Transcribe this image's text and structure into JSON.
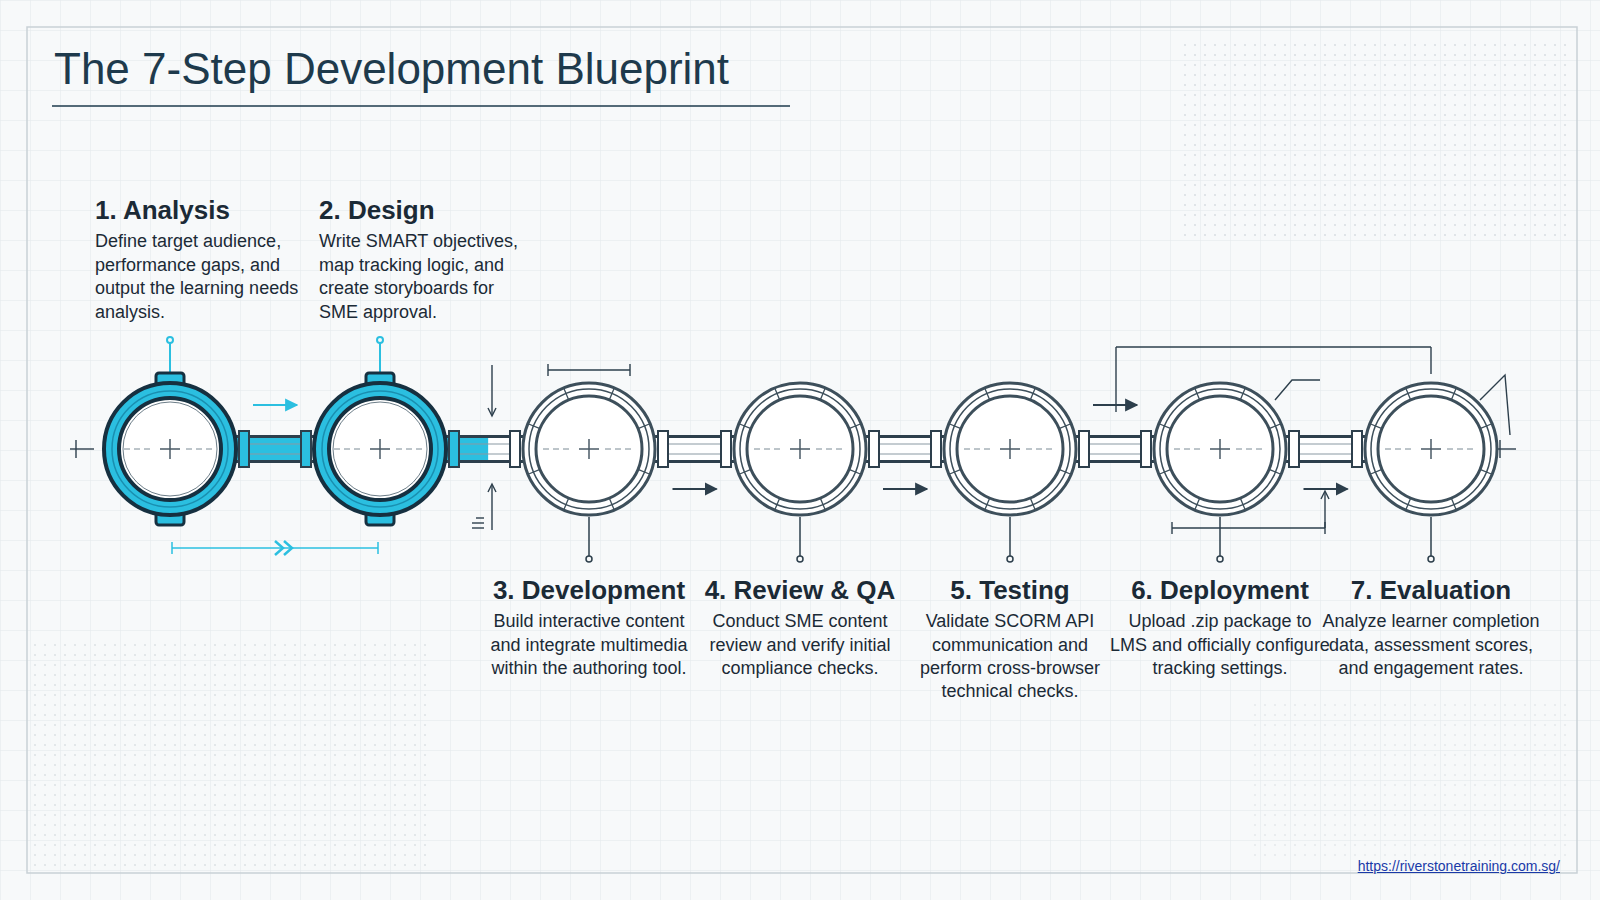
{
  "diagram": {
    "title": "The 7-Step Development Blueprint",
    "nodes": [
      {
        "text": [
          "1. Analysis",
          "Define target audience, performance gaps, and output the learning needs analysis."
        ]
      },
      {
        "text": [
          "2. Design",
          "Write SMART objectives, map tracking logic, and create storyboards for SME approval."
        ]
      },
      {
        "text": [
          "3. Development",
          "Build interactive content and integrate multimedia within the authoring tool."
        ]
      },
      {
        "text": [
          "4. Review & QA",
          "Conduct SME content review and verify initial compliance checks."
        ]
      },
      {
        "text": [
          "5. Testing",
          "Validate SCORM API communication and perform cross-browser technical checks."
        ]
      },
      {
        "text": [
          "6. Deployment",
          "Upload .zip package to LMS and officially configure tracking settings."
        ]
      },
      {
        "text": [
          "7. Evaluation",
          "Analyze learner completion data, assessment scores, and engagement rates."
        ]
      }
    ],
    "edges": [
      {
        "from": 0,
        "to": 1,
        "arrow": "to"
      },
      {
        "from": 1,
        "to": 2,
        "arrow": "none"
      },
      {
        "from": 2,
        "to": 3,
        "arrow": "to"
      },
      {
        "from": 3,
        "to": 4,
        "arrow": "to"
      },
      {
        "from": 4,
        "to": 5,
        "arrow": "to"
      },
      {
        "from": 5,
        "to": 6,
        "arrow": "to"
      }
    ],
    "labels": [
      "https://riverstonetraining.com.sg/"
    ]
  }
}
